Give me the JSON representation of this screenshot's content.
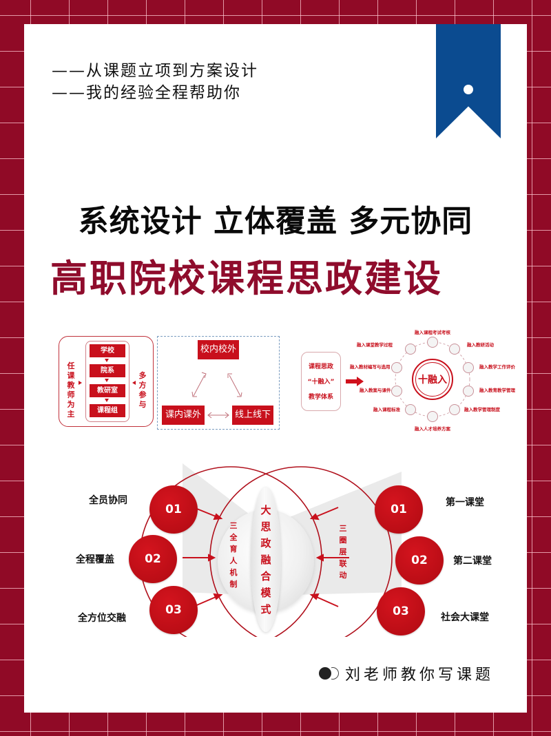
{
  "colors": {
    "background_grid": "#900a26",
    "card": "#ffffff",
    "bookmark": "#0b4b90",
    "title_red": "#8f0c2c",
    "diagram_red": "#c8101c"
  },
  "header": {
    "subtitle_lines": [
      "——从课题立项到方案设计",
      "——我的经验全程帮助你"
    ]
  },
  "title": {
    "line1": "系统设计 立体覆盖 多元协同",
    "line2": "高职院校课程思政建设"
  },
  "diagram_hierarchy": {
    "levels": [
      "学校",
      "院系",
      "教研室",
      "课程组"
    ],
    "left_label": [
      "任",
      "课",
      "教",
      "师",
      "为",
      "主"
    ],
    "right_label": [
      "多",
      "方",
      "参",
      "与"
    ]
  },
  "diagram_triangle": {
    "top": "校内校外",
    "bottom_left": "课内课外",
    "bottom_right": "线上线下"
  },
  "diagram_integration": {
    "source_box": [
      "课程思政",
      "“十融入”",
      "教学体系"
    ],
    "center": "十融入",
    "items": [
      "融入课程考试考核",
      "融入教研活动",
      "融入教学工作评价",
      "融入教育教学管理",
      "融入教学管理制度",
      "融入人才培养方案",
      "融入课程标准",
      "融入教案与课件",
      "融入教材编写与选用",
      "融入课堂教学过程"
    ]
  },
  "diagram_model": {
    "center_label": [
      "大",
      "思",
      "政",
      "融",
      "合",
      "模",
      "式"
    ],
    "left_mechanism": [
      "三",
      "全",
      "育",
      "人",
      "机",
      "制"
    ],
    "right_mechanism": [
      "三",
      "圈",
      "层",
      "联",
      "动"
    ],
    "left_items": [
      {
        "num": "01",
        "label": "全员协同"
      },
      {
        "num": "02",
        "label": "全程覆盖"
      },
      {
        "num": "03",
        "label": "全方位交融"
      }
    ],
    "right_items": [
      {
        "num": "01",
        "label": "第一课堂"
      },
      {
        "num": "02",
        "label": "第二课堂"
      },
      {
        "num": "03",
        "label": "社会大课堂"
      }
    ]
  },
  "footer": {
    "author": "刘老师教你写课题"
  }
}
